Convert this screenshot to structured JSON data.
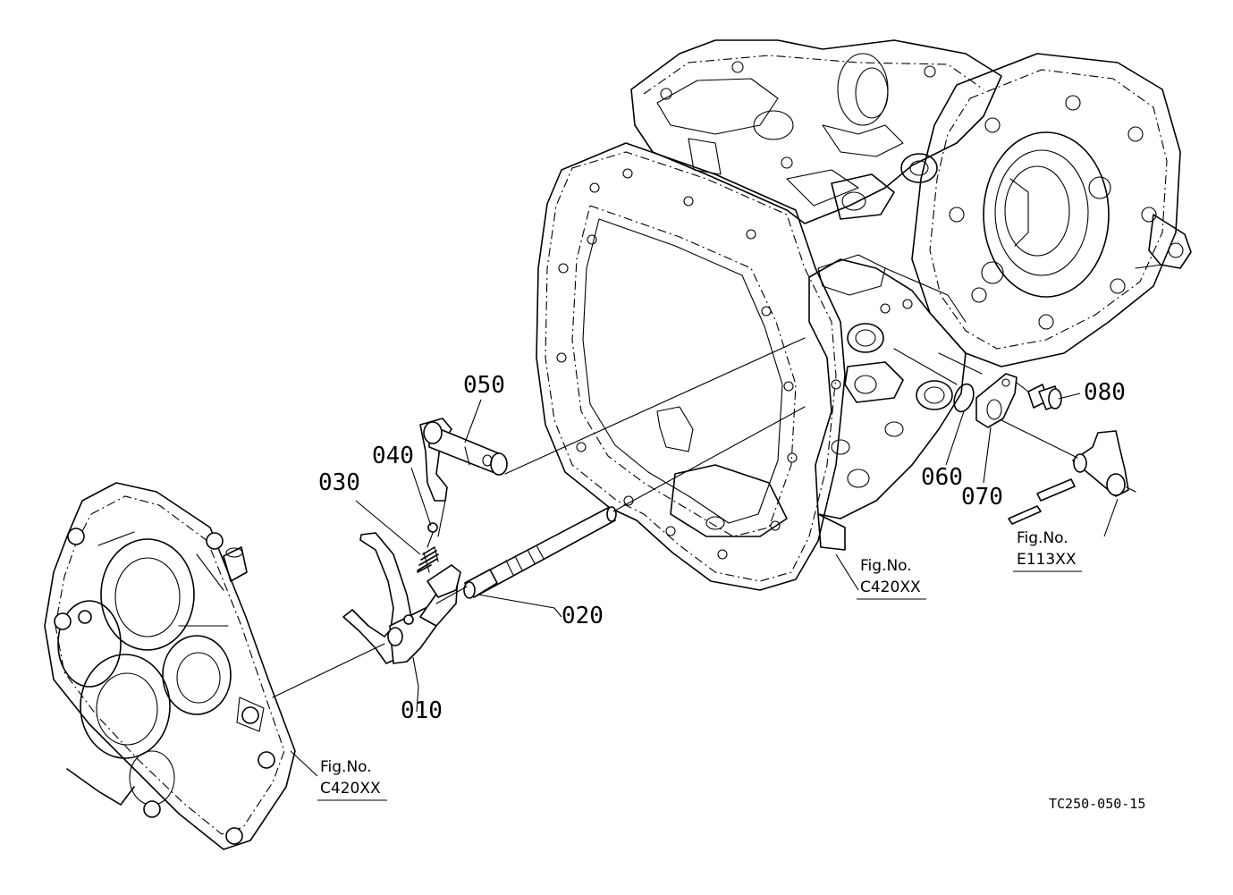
{
  "diagram": {
    "part_labels": [
      {
        "id": "p010",
        "text": "010"
      },
      {
        "id": "p020",
        "text": "020"
      },
      {
        "id": "p030",
        "text": "030"
      },
      {
        "id": "p040",
        "text": "040"
      },
      {
        "id": "p050",
        "text": "050"
      },
      {
        "id": "p060",
        "text": "060"
      },
      {
        "id": "p070",
        "text": "070"
      },
      {
        "id": "p080",
        "text": "080"
      }
    ],
    "figure_refs": [
      {
        "id": "ref_left",
        "line1": "Fig.No.",
        "line2": "C420XX"
      },
      {
        "id": "ref_mid",
        "line1": "Fig.No.",
        "line2": "C420XX"
      },
      {
        "id": "ref_right",
        "line1": "Fig.No.",
        "line2": "E113XX"
      }
    ],
    "drawing_code": "TC250-050-15"
  }
}
